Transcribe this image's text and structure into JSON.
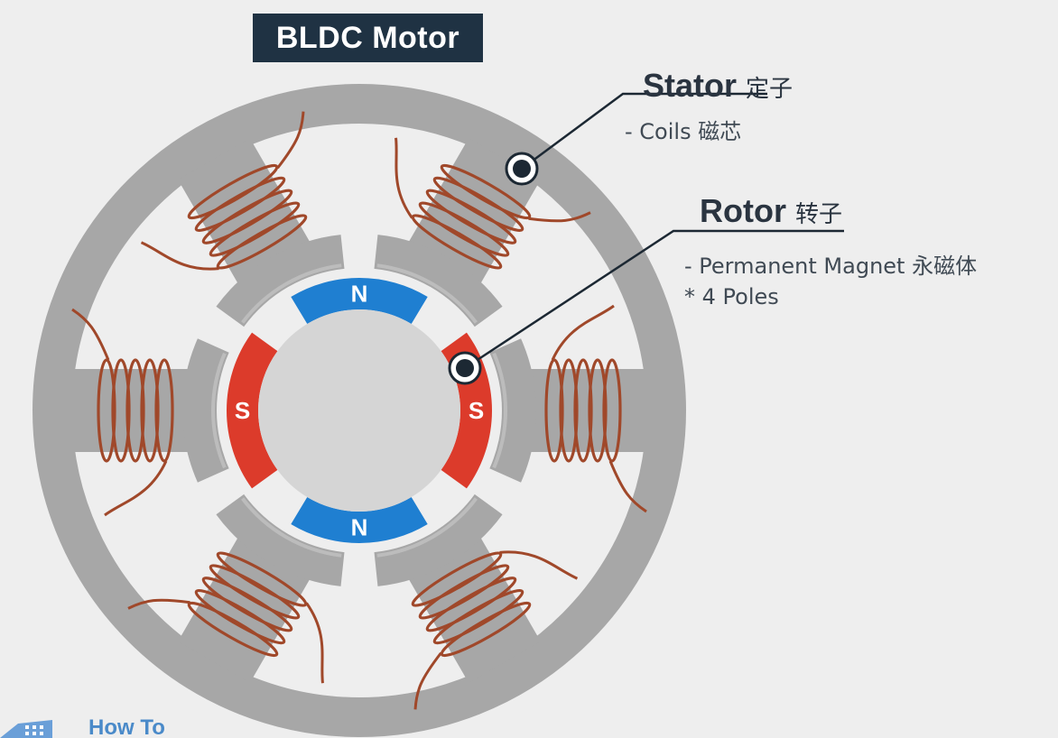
{
  "title": "BLDC Motor",
  "stator": {
    "label": "Stator",
    "label_cn": "定子",
    "detail": "- Coils 磁芯"
  },
  "rotor": {
    "label": "Rotor",
    "label_cn": "转子",
    "detail_1": "- Permanent Magnet 永磁体",
    "detail_2": "* 4 Poles"
  },
  "rotor_poles": [
    "N",
    "S",
    "N",
    "S"
  ],
  "watermark": "How To",
  "colors": {
    "background": "#eeeeee",
    "stator": "#a7a7a7",
    "rotor_core": "#d5d5d5",
    "north_pole": "#1f7fd1",
    "south_pole": "#dc3b2b",
    "coil": "#a0482a",
    "title_box": "#1f3243",
    "callout": "#1c2833"
  }
}
